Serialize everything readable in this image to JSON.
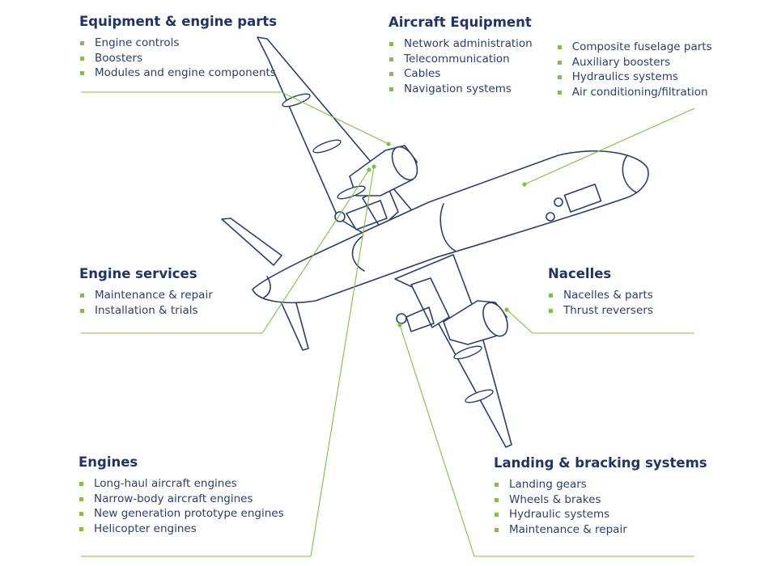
{
  "colors": {
    "heading": "#1f3566",
    "text": "#2a3f6e",
    "outline": "#2b3f6e",
    "accent": "#7dc242"
  },
  "sections": {
    "equipment_parts": {
      "title": "Equipment & engine parts",
      "items": [
        "Engine controls",
        "Boosters",
        "Modules and engine components"
      ]
    },
    "aircraft_equipment": {
      "title": "Aircraft Equipment",
      "items_left": [
        "Network administration",
        "Telecommunication",
        "Cables",
        "Navigation systems"
      ],
      "items_right": [
        "Composite fuselage parts",
        "Auxiliary boosters",
        "Hydraulics systems",
        "Air conditioning/filtration"
      ]
    },
    "engine_services": {
      "title": "Engine services",
      "items": [
        "Maintenance & repair",
        "Installation & trials"
      ]
    },
    "nacelles": {
      "title": "Nacelles",
      "items": [
        "Nacelles & parts",
        "Thrust reversers"
      ]
    },
    "engines": {
      "title": "Engines",
      "items": [
        "Long-haul aircraft engines",
        "Narrow-body aircraft engines",
        "New generation prototype engines",
        "Helicopter engines"
      ]
    },
    "landing": {
      "title": "Landing & bracking systems",
      "items": [
        "Landing gears",
        "Wheels & brakes",
        "Hydraulic systems",
        "Maintenance & repair"
      ]
    }
  }
}
